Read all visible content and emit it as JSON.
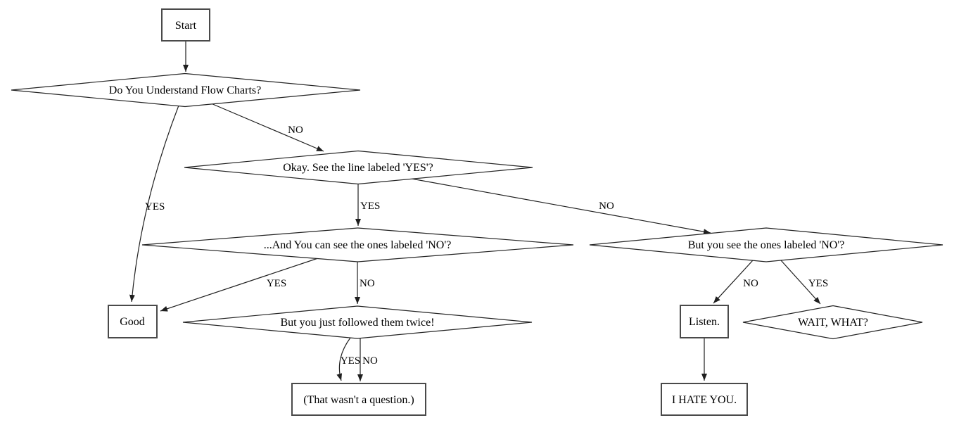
{
  "colors": {
    "edge": "#1f1f1f",
    "box_border": "#4a4a4a",
    "diamond_border": "#242424",
    "text": "#000000",
    "background": "#ffffff"
  },
  "flowchart": {
    "nodes": {
      "start": {
        "shape": "box",
        "label": "Start"
      },
      "understand": {
        "shape": "diamond",
        "label": "Do You Understand Flow Charts?"
      },
      "okay": {
        "shape": "diamond",
        "label": "Okay. See the line labeled 'YES'?"
      },
      "and_see": {
        "shape": "diamond",
        "label": "...And You can see the ones labeled 'NO'?"
      },
      "good": {
        "shape": "box",
        "label": "Good"
      },
      "twice": {
        "shape": "diamond",
        "label": "But you just followed them twice!"
      },
      "not_question": {
        "shape": "box",
        "label": "(That wasn't a question.)"
      },
      "see_no": {
        "shape": "diamond",
        "label": "But you see the ones labeled 'NO'?"
      },
      "listen": {
        "shape": "box",
        "label": "Listen."
      },
      "wait_what": {
        "shape": "diamond",
        "label": "WAIT, WHAT?"
      },
      "hate": {
        "shape": "box",
        "label": "I HATE YOU."
      }
    },
    "edge_labels": {
      "understand_no": "NO",
      "understand_yes": "YES",
      "okay_yes": "YES",
      "okay_no": "NO",
      "and_see_yes": "YES",
      "and_see_no": "NO",
      "twice_yes": "YES",
      "twice_no": "NO",
      "see_no_no": "NO",
      "see_no_yes": "YES"
    }
  }
}
